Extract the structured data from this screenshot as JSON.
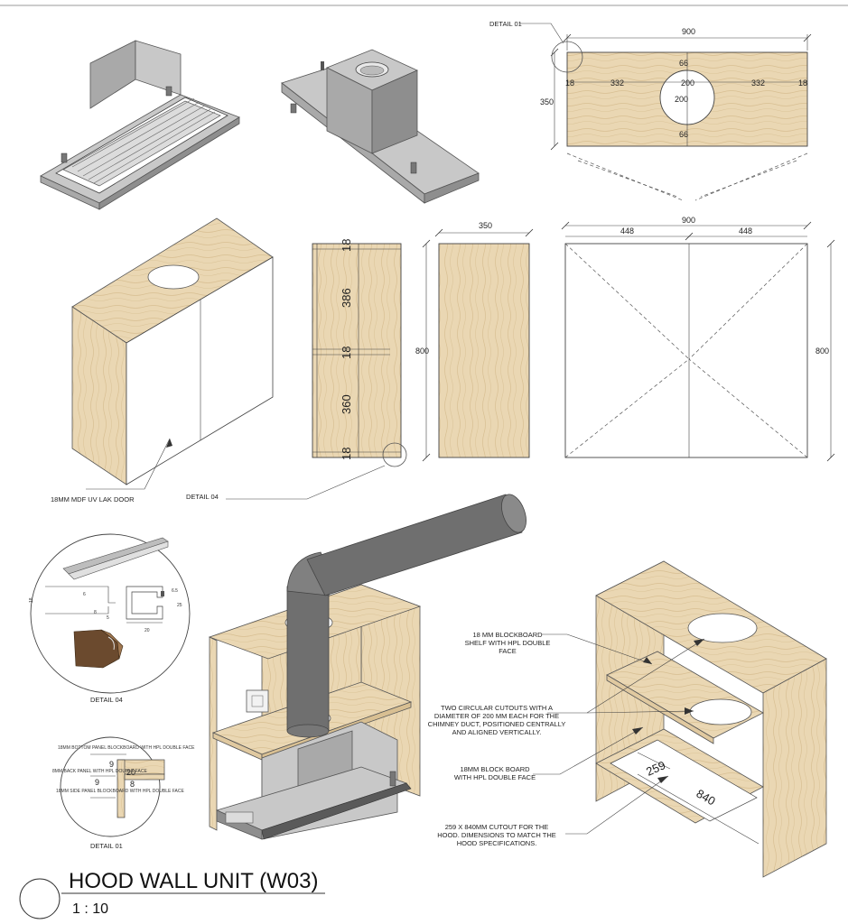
{
  "title": {
    "name": "HOOD WALL UNIT (W03)",
    "scale": "1 : 10"
  },
  "top_view": {
    "detail_callout": "DETAIL 01",
    "width_total": "900",
    "height_total": "350",
    "edge_left": "18",
    "edge_right": "18",
    "side_left": "332",
    "side_right": "332",
    "hole_width": "200",
    "hole_height": "200",
    "top_gap": "66",
    "bottom_gap": "66"
  },
  "section_view": {
    "top_board": "18",
    "upper_space": "386",
    "shelf": "18",
    "lower_space": "360",
    "bottom_board": "18",
    "height": "800",
    "detail_callout": "DETAIL 04"
  },
  "side_view": {
    "depth": "350"
  },
  "front_view": {
    "width_total": "900",
    "door_left": "448",
    "door_right": "448",
    "height": "800"
  },
  "iso_cabinet": {
    "door_note": "18MM MDF UV LAK DOOR"
  },
  "detail_04": {
    "label": "DETAIL 04",
    "dims": [
      "18",
      "6",
      "8",
      "5",
      "6.5",
      "25",
      "20"
    ]
  },
  "detail_01": {
    "label": "DETAIL 01",
    "dim_9a": "9",
    "dim_20": "20",
    "dim_9b": "9",
    "dim_8": "8",
    "note_top": "18MM BOTTOM PANEL BLOCKBOARD WITH HPL DOUBLE FACE",
    "note_mid": "8MM BACK PANEL WITH HPL DOUBLE FACE",
    "note_bottom": "18MM SIDE PANEL BLOCKBOARD WITH HPL DOUBLE FACE"
  },
  "annotations": {
    "shelf": [
      "18 MM BLOCKBOARD",
      "SHELF WITH HPL DOUBLE",
      "FACE"
    ],
    "cutouts": [
      "TWO CIRCULAR CUTOUTS WITH A",
      "DIAMETER OF 200 MM EACH FOR THE",
      "CHIMNEY DUCT, POSITIONED CENTRALLY",
      "AND ALIGNED VERTICALLY."
    ],
    "block": [
      "18MM BLOCK BOARD",
      "WITH HPL DOUBLE FACE"
    ],
    "hood_cut": [
      "259 X 840MM CUTOUT FOR THE",
      "HOOD. DIMENSIONS TO MATCH THE",
      "HOOD SPECIFICATIONS."
    ]
  },
  "iso_open": {
    "dim_depth": "259",
    "dim_width": "840"
  },
  "colors": {
    "wood": "#e9d6b2",
    "wood_grain": "#d9c094",
    "metal": "#a9a9a9",
    "duct": "#6f6f6f"
  }
}
